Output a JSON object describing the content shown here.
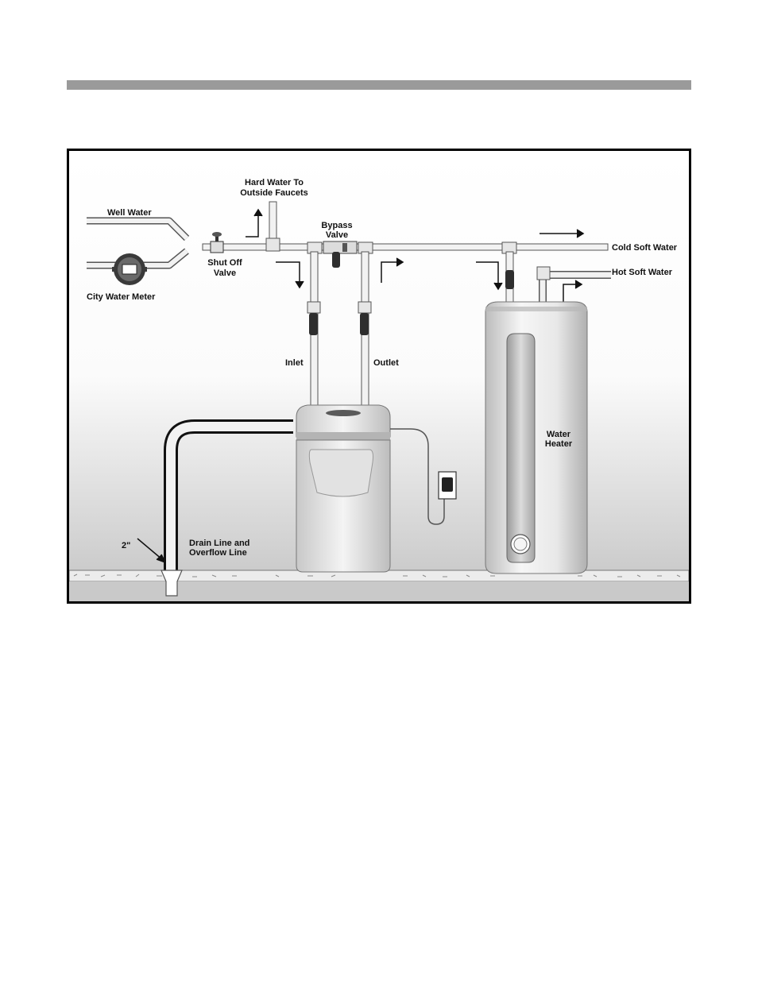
{
  "labels": {
    "well_water": "Well Water",
    "city_water_meter": "City Water Meter",
    "hard_water_line1": "Hard Water To",
    "hard_water_line2": "Outside Faucets",
    "shut_off_line1": "Shut Off",
    "shut_off_line2": "Valve",
    "bypass_line1": "Bypass",
    "bypass_line2": "Valve",
    "cold_soft_water": "Cold Soft Water",
    "hot_soft_water": "Hot Soft Water",
    "inlet": "Inlet",
    "outlet": "Outlet",
    "water_heater_line1": "Water",
    "water_heater_line2": "Heater",
    "drain_line1": "Drain Line and",
    "drain_line2": "Overflow Line",
    "drain_size": "2\""
  },
  "colors": {
    "rule": "#9a9a9a",
    "frame": "#000000",
    "pipe_fill": "#f2f2f2",
    "pipe_stroke": "#555555",
    "floor": "#cfcfcf"
  }
}
